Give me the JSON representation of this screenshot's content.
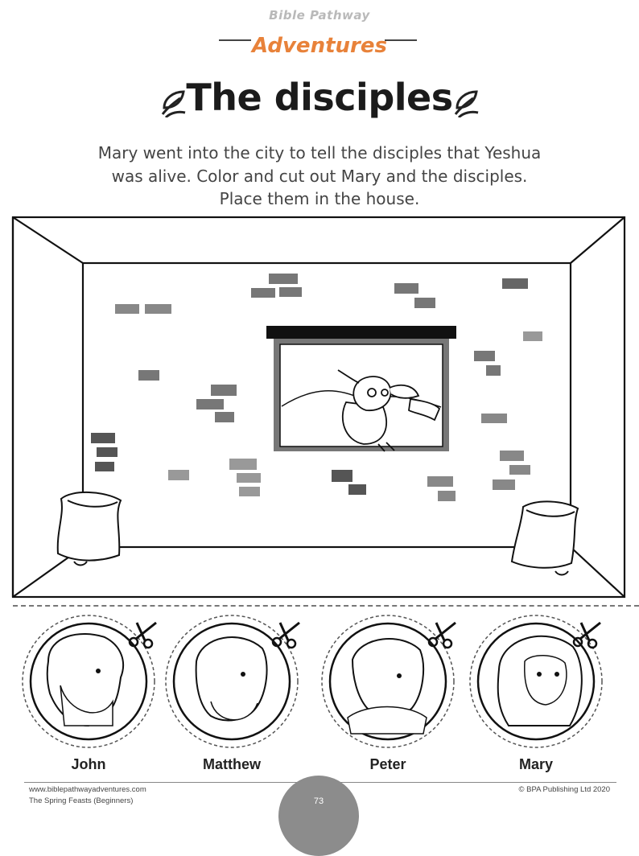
{
  "brand": {
    "top": "Bible Pathway",
    "main": "Adventures"
  },
  "title": "The disciples",
  "instructions": [
    "Mary went into the city to tell the disciples that Yeshua",
    "was alive. Color and cut out Mary and the disciples.",
    "Place them in the house."
  ],
  "cutouts": [
    {
      "name": "John"
    },
    {
      "name": "Matthew"
    },
    {
      "name": "Peter"
    },
    {
      "name": "Mary"
    }
  ],
  "footer": {
    "website": "www.biblepathwayadventures.com",
    "book": "The Spring Feasts (Beginners)",
    "copyright": "© BPA Publishing  Ltd 2020",
    "page": "73"
  }
}
